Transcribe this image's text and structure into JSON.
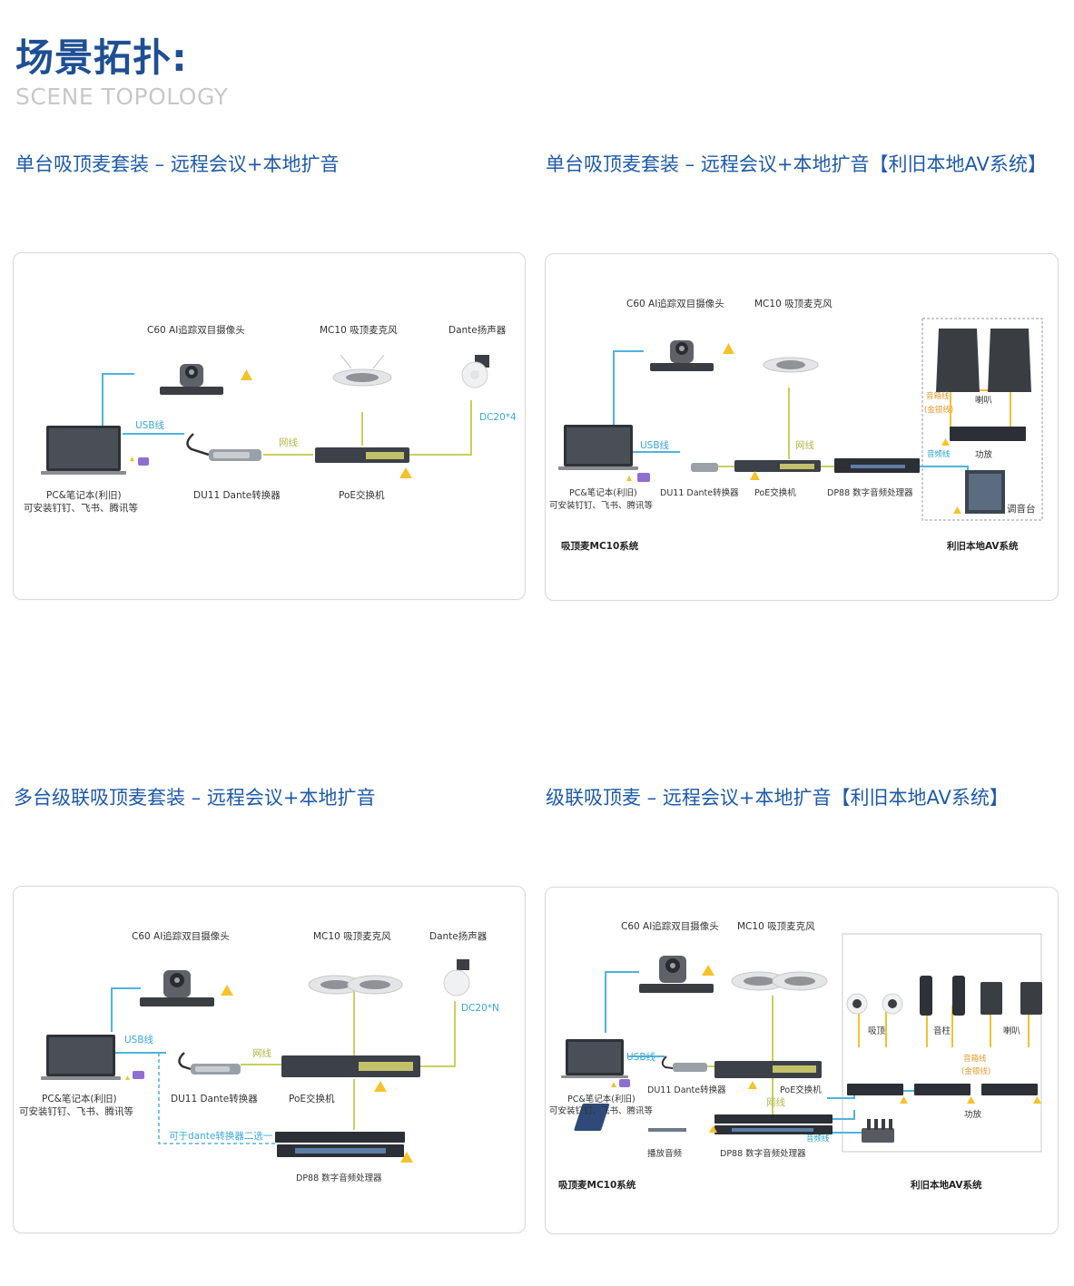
{
  "header": {
    "title": "场景拓扑:",
    "subtitle": "SCENE TOPOLOGY"
  },
  "sections": [
    {
      "title": "单台吸顶麦套装 – 远程会议+本地扩音"
    },
    {
      "title": "单台吸顶麦套装 – 远程会议+本地扩音【利旧本地AV系统】"
    },
    {
      "title": "多台级联吸顶麦套装 – 远程会议+本地扩音"
    },
    {
      "title": "级联吸顶麦 – 远程会议+本地扩音【利旧本地AV系统】"
    }
  ],
  "labels": {
    "camera": "C60 AI追踪双目摄像头",
    "mic": "MC10 吸顶麦克风",
    "speaker": "Dante扬声器",
    "pc_line1": "PC&笔记本(利旧)",
    "pc_line2": "可安装钉钉、飞书、腾讯等",
    "du11": "DU11 Dante转换器",
    "poe": "PoE交换机",
    "dp88": "DP88 数字音频处理器",
    "usb": "USB线",
    "net": "网线",
    "dc4": "DC20*4",
    "dcn": "DC20*N",
    "speaker_wire": "音箱线",
    "wire_gold": "(金银线)",
    "audio_wire": "音频线",
    "horn": "喇叭",
    "amp": "功放",
    "mixer": "调音台",
    "mc10_system": "吸顶麦MC10系统",
    "av_system": "利旧本地AV系统",
    "either": "可于dante转换器二选一",
    "play_audio": "播放音频",
    "ceiling": "吸顶",
    "column": "音柱"
  },
  "colors": {
    "title": "#1e4f94",
    "section": "#1e5aa8",
    "usb_line": "#4fb3dd",
    "net_line": "#c9cf5c",
    "speaker_line": "#f1c232"
  }
}
